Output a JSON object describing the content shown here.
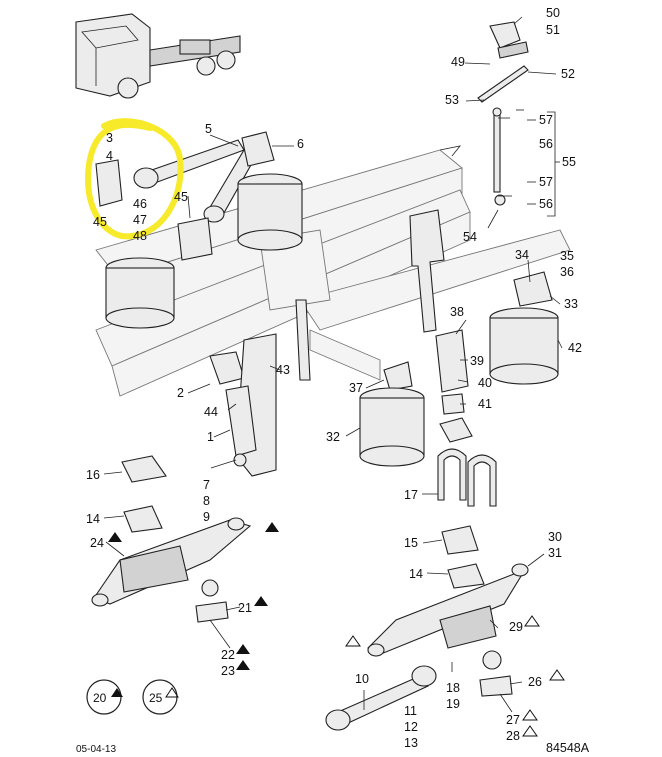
{
  "callouts": {
    "c3": "3",
    "c4": "4",
    "c5": "5",
    "c6": "6",
    "c45a": "45",
    "c45b": "45",
    "c46": "46",
    "c47": "47",
    "c48": "48",
    "c50": "50",
    "c51": "51",
    "c49": "49",
    "c52": "52",
    "c53": "53",
    "c57a": "57",
    "c56a": "56",
    "c55": "55",
    "c57b": "57",
    "c56b": "56",
    "c54": "54",
    "c34": "34",
    "c35": "35",
    "c36": "36",
    "c33": "33",
    "c42": "42",
    "c38": "38",
    "c39": "39",
    "c40": "40",
    "c41": "41",
    "c37": "37",
    "c32": "32",
    "c17": "17",
    "c15": "15",
    "c14b": "14",
    "c30": "30",
    "c31": "31",
    "c29": "29",
    "c2": "2",
    "c44": "44",
    "c1": "1",
    "c43": "43",
    "c7": "7",
    "c8": "8",
    "c9": "9",
    "c16": "16",
    "c14a": "14",
    "c24": "24",
    "c21": "21",
    "c22": "22",
    "c23": "23",
    "c10": "10",
    "c11": "11",
    "c12": "12",
    "c13": "13",
    "c18": "18",
    "c19": "19",
    "c26": "26",
    "c27": "27",
    "c28": "28"
  },
  "refs": {
    "r20": "20",
    "r25": "25"
  },
  "footer": {
    "date": "05-04-13",
    "diagram_id": "84548A"
  },
  "colors": {
    "highlight": "#f7ea2a",
    "line": "#222222",
    "background": "#ffffff"
  }
}
